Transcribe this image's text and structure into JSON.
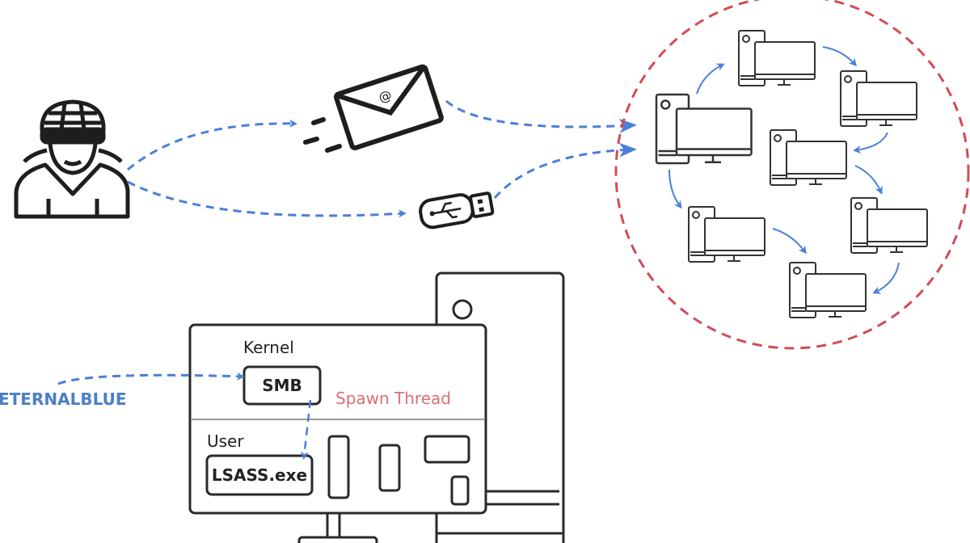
{
  "labels": {
    "kernel": "Kernel",
    "user": "User",
    "smb": "SMB",
    "lsass": "LSASS.exe",
    "spawn_thread": "Spawn Thread",
    "exploit": "ETERNALBLUE"
  },
  "colors": {
    "arrow": "#4a80d8",
    "network_circle": "#d24c55",
    "spawn_thread": "#d9707a",
    "exploit": "#4a7fc8",
    "outline": "#2a2a2a"
  },
  "icons": [
    "hacker-icon",
    "email-envelope-icon",
    "usb-drive-icon",
    "computer-icon",
    "network-circle"
  ]
}
